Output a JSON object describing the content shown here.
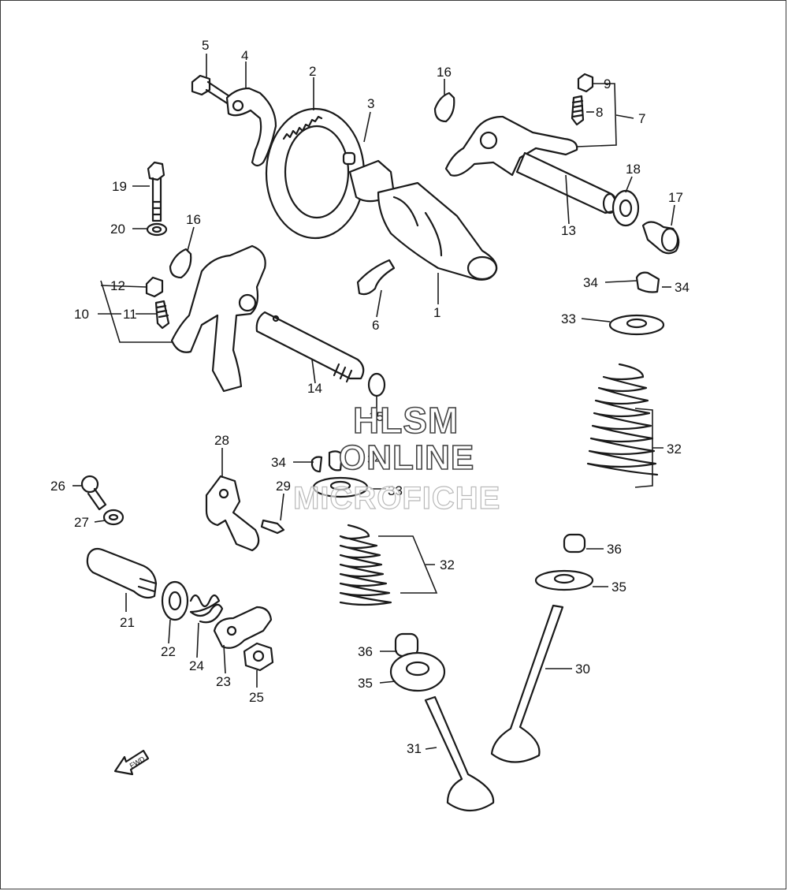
{
  "watermark": {
    "line1": "HLSM",
    "line2": "ONLINE",
    "line3": "MICROFICHE"
  },
  "fwd_label": "FWD",
  "callouts": [
    {
      "id": "c5",
      "text": "5"
    },
    {
      "id": "c4",
      "text": "4"
    },
    {
      "id": "c2",
      "text": "2"
    },
    {
      "id": "c3",
      "text": "3"
    },
    {
      "id": "c16a",
      "text": "16"
    },
    {
      "id": "c9",
      "text": "9"
    },
    {
      "id": "c8",
      "text": "8"
    },
    {
      "id": "c7",
      "text": "7"
    },
    {
      "id": "c19",
      "text": "19"
    },
    {
      "id": "c20",
      "text": "20"
    },
    {
      "id": "c16b",
      "text": "16"
    },
    {
      "id": "c18",
      "text": "18"
    },
    {
      "id": "c17",
      "text": "17"
    },
    {
      "id": "c13",
      "text": "13"
    },
    {
      "id": "c12",
      "text": "12"
    },
    {
      "id": "c10",
      "text": "10"
    },
    {
      "id": "c11",
      "text": "11"
    },
    {
      "id": "c6",
      "text": "6"
    },
    {
      "id": "c1",
      "text": "1"
    },
    {
      "id": "c34a",
      "text": "34"
    },
    {
      "id": "c34b",
      "text": "34"
    },
    {
      "id": "c33a",
      "text": "33"
    },
    {
      "id": "c14",
      "text": "14"
    },
    {
      "id": "c15",
      "text": "15"
    },
    {
      "id": "c32a",
      "text": "32"
    },
    {
      "id": "c28",
      "text": "28"
    },
    {
      "id": "c34c",
      "text": "34"
    },
    {
      "id": "c34d",
      "text": "34"
    },
    {
      "id": "c26",
      "text": "26"
    },
    {
      "id": "c29",
      "text": "29"
    },
    {
      "id": "c33b",
      "text": "33"
    },
    {
      "id": "c27",
      "text": "27"
    },
    {
      "id": "c32b",
      "text": "32"
    },
    {
      "id": "c36a",
      "text": "36"
    },
    {
      "id": "c35a",
      "text": "35"
    },
    {
      "id": "c21",
      "text": "21"
    },
    {
      "id": "c22",
      "text": "22"
    },
    {
      "id": "c24",
      "text": "24"
    },
    {
      "id": "c23",
      "text": "23"
    },
    {
      "id": "c25",
      "text": "25"
    },
    {
      "id": "c36b",
      "text": "36"
    },
    {
      "id": "c35b",
      "text": "35"
    },
    {
      "id": "c30",
      "text": "30"
    },
    {
      "id": "c31",
      "text": "31"
    }
  ]
}
